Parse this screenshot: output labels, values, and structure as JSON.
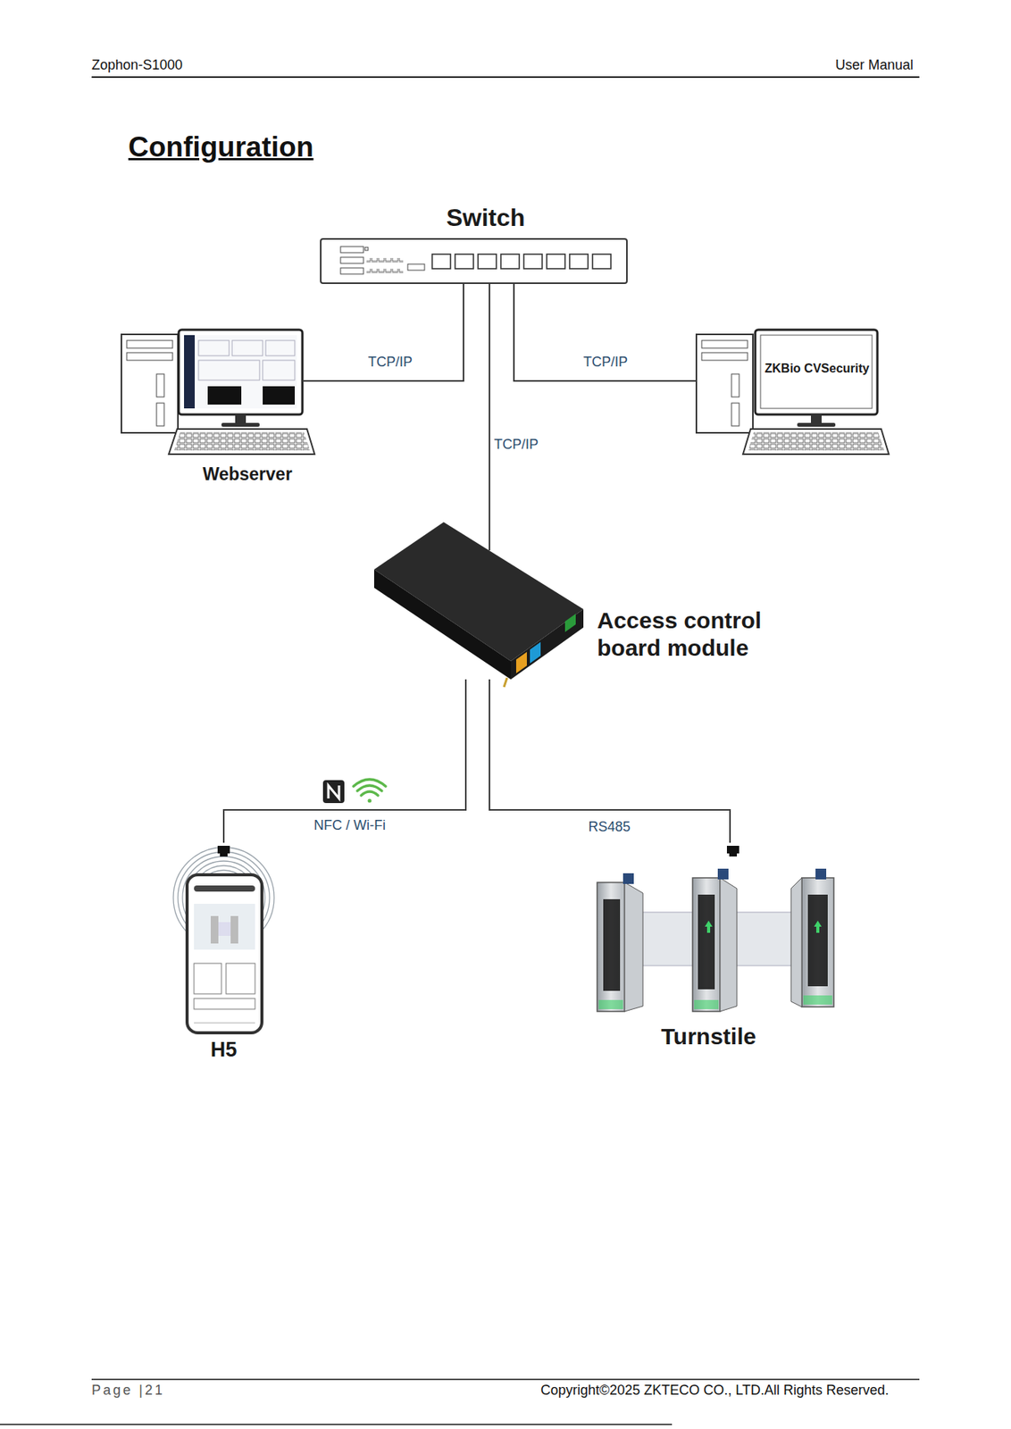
{
  "diagram": {
    "title": "Configuration",
    "nodes": [
      {
        "text": [
          "Switch"
        ]
      },
      {
        "text": [
          "Webserver"
        ]
      },
      {
        "text": [
          "ZKBio CVSecurity"
        ]
      },
      {
        "text": [
          "Access control board module"
        ]
      },
      {
        "text": [
          "H5"
        ]
      },
      {
        "text": [
          "Turnstile"
        ]
      }
    ],
    "edges": [
      {
        "from": 0,
        "to": 1,
        "label": "TCP/IP",
        "arrow": "none"
      },
      {
        "from": 0,
        "to": 2,
        "label": "TCP/IP",
        "arrow": "none"
      },
      {
        "from": 0,
        "to": 3,
        "label": "TCP/IP",
        "arrow": "none"
      },
      {
        "from": 3,
        "to": 4,
        "label": "NFC / Wi-Fi",
        "arrow": "none"
      },
      {
        "from": 3,
        "to": 5,
        "label": "RS485",
        "arrow": "none"
      }
    ],
    "labels": [
      "Zophon-S1000",
      "User Manual",
      "Page |21",
      "Copyright©2025 ZKTECO CO., LTD.All Rights Reserved."
    ]
  }
}
